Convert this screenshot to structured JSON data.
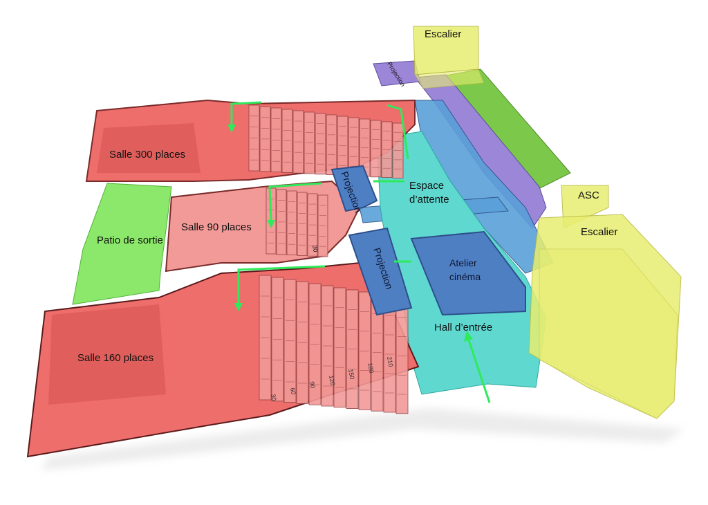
{
  "labels": {
    "escalier_top": "Escalier",
    "projection_small": "Projection",
    "salle_300": "Salle 300 places",
    "projection_1": "Projection",
    "espace_attente_1": "Espace",
    "espace_attente_2": "d’attente",
    "patio": "Patio de sortie",
    "salle_90": "Salle 90 places",
    "projection_2": "Projection",
    "atelier_1": "Atelier",
    "atelier_2": "cinéma",
    "hall": "Hall d’entrée",
    "salle_160": "Salle 160 places",
    "asc": "ASC",
    "escalier_right": "Escalier",
    "small_30": "30"
  },
  "seat_labels": [
    "30",
    "60",
    "90",
    "120",
    "150",
    "180",
    "210"
  ],
  "colors": {
    "salle": "#ee6e6c",
    "salle_light": "#f29a98",
    "salle_dark": "#d65350",
    "projection": "#4f7fc3",
    "projection_stroke": "#2c4f8a",
    "circulation": "#5aa0d8",
    "hall": "#5fd8d0",
    "patio": "#8ce86a",
    "green_strip": "#7cc84a",
    "purple_strip": "#9c86d8",
    "stairs": "#e7ee70",
    "arrow": "#2fea5a"
  }
}
